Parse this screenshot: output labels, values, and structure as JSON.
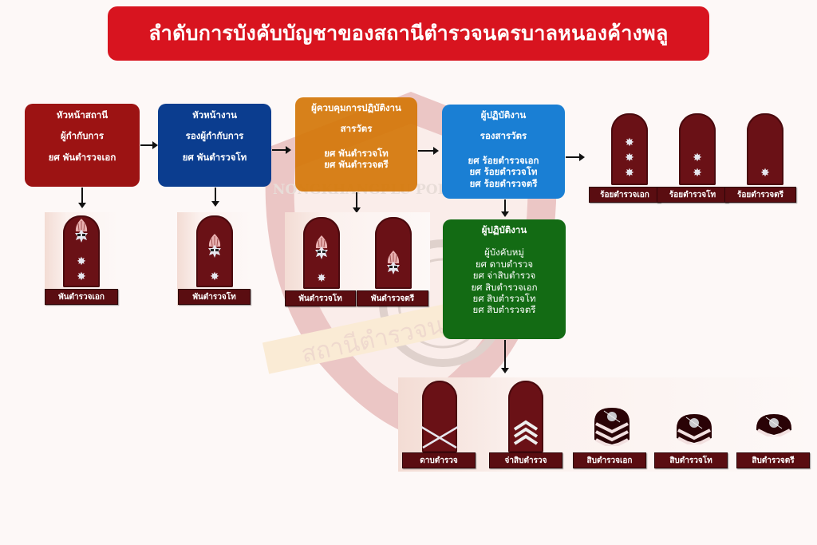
{
  "title": "ลำดับการบังคับบัญชาของสถานีตำรวจนครบาลหนองค้างพลู",
  "watermark": {
    "emblem_text": "NONGKHANGPLU POLICE STATION",
    "ribbon_text": "สถานีตำรวจน"
  },
  "colors": {
    "title_bg": "#d8141f",
    "commander_box": "#9c1313",
    "deputy_box": "#0b3d8f",
    "inspector_box": "#d47608",
    "sub_inspector_box": "#1a7fd4",
    "nco_box": "#136b14",
    "shoulder_board": "#6a1116"
  },
  "boxes": {
    "commander": {
      "heading": "หัวหน้าสถานี",
      "position": "ผู้กำกับการ",
      "ranks": [
        "ยศ พันตำรวจเอก"
      ]
    },
    "deputy": {
      "heading": "หัวหน้างาน",
      "position": "รองผู้กำกับการ",
      "ranks": [
        "ยศ พันตำรวจโท"
      ]
    },
    "inspector": {
      "heading": "ผู้ควบคุมการปฏิบัติงาน",
      "position": "สารวัตร",
      "ranks": [
        "ยศ พันตำรวจโท",
        "ยศ พันตำรวจตรี"
      ]
    },
    "sub_inspector": {
      "heading": "ผู้ปฏิบัติงาน",
      "position": "รองสารวัตร",
      "ranks": [
        "ยศ ร้อยตำรวจเอก",
        "ยศ ร้อยตำรวจโท",
        "ยศ ร้อยตำรวจตรี"
      ]
    },
    "nco": {
      "heading": "ผู้ปฏิบัติงาน",
      "position": "ผู้บังคับหมู่",
      "ranks": [
        "ยศ ดาบตำรวจ",
        "ยศ จ่าสิบตำรวจ",
        "ยศ สิบตำรวจเอก",
        "ยศ สิบตำรวจโท",
        "ยศ สิบตำรวจตรี"
      ]
    }
  },
  "insignia": {
    "commander": [
      {
        "label": "พันตำรวจเอก",
        "stars": 2,
        "crown": true
      }
    ],
    "deputy": [
      {
        "label": "พันตำรวจโท",
        "stars": 1,
        "crown": true
      }
    ],
    "inspector": [
      {
        "label": "พันตำรวจโท",
        "stars": 1,
        "crown": true
      },
      {
        "label": "พันตำรวจตรี",
        "stars": 0,
        "crown": true
      }
    ],
    "sub_inspector": [
      {
        "label": "ร้อยตำรวจเอก",
        "stars": 3
      },
      {
        "label": "ร้อยตำรวจโท",
        "stars": 2
      },
      {
        "label": "ร้อยตำรวจตรี",
        "stars": 1
      }
    ],
    "nco": [
      {
        "label": "ดาบตำรวจ",
        "type": "swords"
      },
      {
        "label": "จ่าสิบตำรวจ",
        "type": "chevrons",
        "count": 3
      },
      {
        "label": "สิบตำรวจเอก",
        "type": "patch",
        "count": 3
      },
      {
        "label": "สิบตำรวจโท",
        "type": "patch",
        "count": 2
      },
      {
        "label": "สิบตำรวจตรี",
        "type": "patch",
        "count": 1
      }
    ]
  }
}
